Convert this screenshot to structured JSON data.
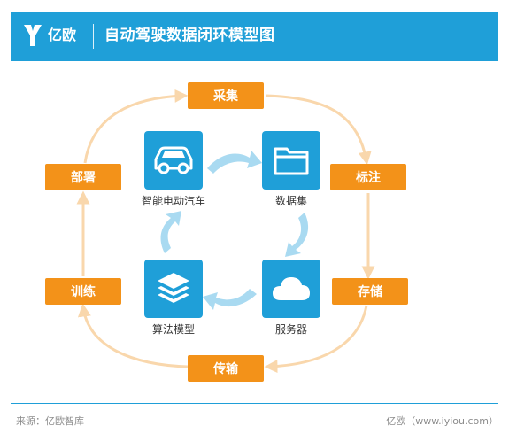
{
  "header": {
    "brand": "亿欧",
    "title": "自动驾驶数据闭环模型图",
    "background_color": "#1f9fd8"
  },
  "outer_cycle": {
    "box_color": "#f39219",
    "loop_color": "#f9d7ac",
    "steps": [
      "采集",
      "标注",
      "存储",
      "传输",
      "训练",
      "部署"
    ]
  },
  "inner_cycle": {
    "tile_color": "#1f9fd8",
    "arrow_color": "#a9daf1",
    "nodes": [
      {
        "label": "智能电动汽车",
        "icon": "car-icon"
      },
      {
        "label": "数据集",
        "icon": "folder-icon"
      },
      {
        "label": "服务器",
        "icon": "cloud-icon"
      },
      {
        "label": "算法模型",
        "icon": "layers-icon"
      }
    ]
  },
  "footer": {
    "source": "来源：亿欧智库",
    "credit": "亿欧（www.iyiou.com）"
  }
}
